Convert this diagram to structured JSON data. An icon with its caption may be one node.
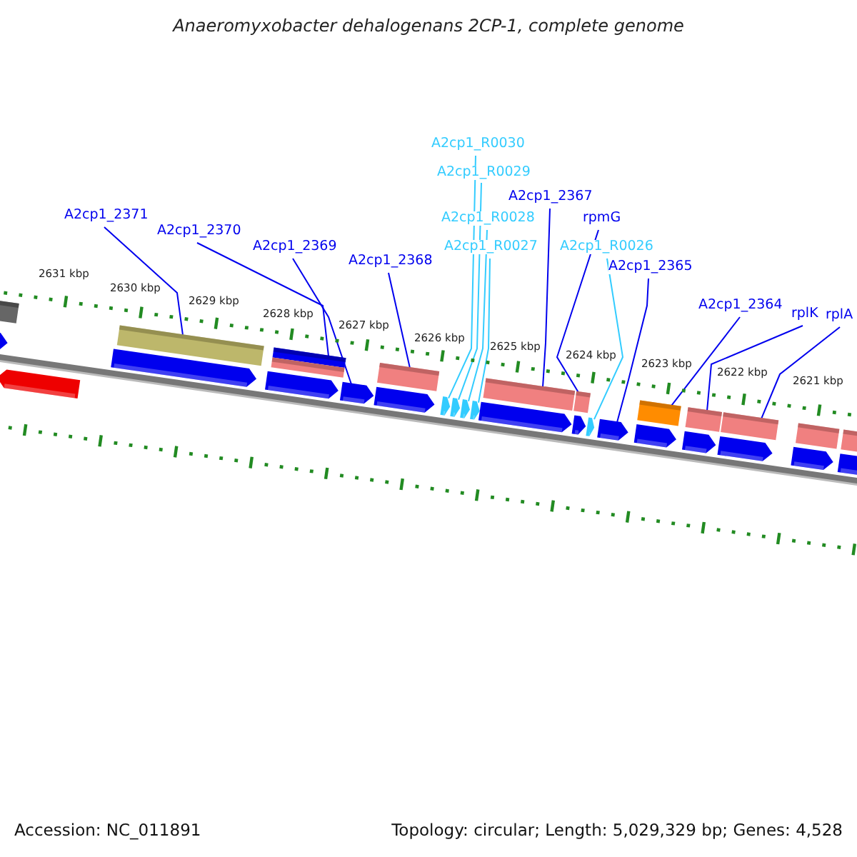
{
  "diagram": {
    "title": "Anaeromyxobacter dehalogenans 2CP-1, complete genome",
    "nodes": [
      {
        "text": [
          "A2cp1_2371"
        ]
      },
      {
        "text": [
          "A2cp1_2370"
        ]
      },
      {
        "text": [
          "A2cp1_2369"
        ]
      },
      {
        "text": [
          "A2cp1_2368"
        ]
      },
      {
        "text": [
          "A2cp1_R0030"
        ]
      },
      {
        "text": [
          "A2cp1_R0029"
        ]
      },
      {
        "text": [
          "A2cp1_R0028"
        ]
      },
      {
        "text": [
          "A2cp1_R0027"
        ]
      },
      {
        "text": [
          "A2cp1_2367"
        ]
      },
      {
        "text": [
          "rpmG"
        ]
      },
      {
        "text": [
          "A2cp1_R0026"
        ]
      },
      {
        "text": [
          "A2cp1_2365"
        ]
      },
      {
        "text": [
          "A2cp1_2364"
        ]
      },
      {
        "text": [
          "rplK"
        ]
      },
      {
        "text": [
          "rplA"
        ]
      },
      {
        "text": [],
        "shape": "bar"
      },
      {
        "text": [],
        "shape": "pentagon"
      },
      {
        "text": [],
        "shape": "pentagon"
      },
      {
        "text": [],
        "shape": "pentagon"
      },
      {
        "text": [],
        "shape": "bar"
      },
      {
        "text": [],
        "shape": "pentagon"
      },
      {
        "text": [],
        "shape": "bar"
      },
      {
        "text": [],
        "shape": "bar"
      },
      {
        "text": [],
        "shape": "pentagon"
      },
      {
        "text": [],
        "shape": "bar"
      },
      {
        "text": [],
        "shape": "pentagon"
      },
      {
        "text": [],
        "shape": "pentagon"
      },
      {
        "text": [],
        "shape": "pentagon"
      },
      {
        "text": [],
        "shape": "pentagon"
      },
      {
        "text": [],
        "shape": "pentagon"
      },
      {
        "text": [],
        "shape": "pentagon"
      },
      {
        "text": [],
        "shape": "bar"
      },
      {
        "text": [],
        "shape": "bar"
      },
      {
        "text": [],
        "shape": "pentagon"
      },
      {
        "text": [],
        "shape": "pentagon"
      },
      {
        "text": [],
        "shape": "pentagon"
      },
      {
        "text": [],
        "shape": "pentagon"
      },
      {
        "text": [],
        "shape": "bar"
      },
      {
        "text": [],
        "shape": "pentagon"
      },
      {
        "text": [],
        "shape": "bar"
      },
      {
        "text": [],
        "shape": "pentagon"
      },
      {
        "text": [],
        "shape": "bar"
      },
      {
        "text": [],
        "shape": "pentagon"
      },
      {
        "text": [],
        "shape": "bar"
      },
      {
        "text": [],
        "shape": "pentagon"
      },
      {
        "text": [],
        "shape": "bar"
      }
    ],
    "edges": [
      {
        "from": 0,
        "to": 19,
        "arrow": "none"
      },
      {
        "from": 1,
        "to": 21,
        "arrow": "none"
      },
      {
        "from": 2,
        "to": 23,
        "arrow": "none"
      },
      {
        "from": 3,
        "to": 24,
        "arrow": "none"
      },
      {
        "from": 4,
        "to": 26,
        "arrow": "none",
        "color": "#33ccff"
      },
      {
        "from": 5,
        "to": 27,
        "arrow": "none",
        "color": "#33ccff"
      },
      {
        "from": 6,
        "to": 28,
        "arrow": "none",
        "color": "#33ccff"
      },
      {
        "from": 7,
        "to": 29,
        "arrow": "none",
        "color": "#33ccff"
      },
      {
        "from": 8,
        "to": 31,
        "arrow": "none"
      },
      {
        "from": 9,
        "to": 32,
        "arrow": "none"
      },
      {
        "from": 10,
        "to": 34,
        "arrow": "none",
        "color": "#33ccff"
      },
      {
        "from": 11,
        "to": 35,
        "arrow": "none"
      },
      {
        "from": 12,
        "to": 37,
        "arrow": "none"
      },
      {
        "from": 13,
        "to": 39,
        "arrow": "none"
      },
      {
        "from": 14,
        "to": 41,
        "arrow": "none"
      }
    ],
    "labels": [
      "2631 kbp",
      "2630 kbp",
      "2629 kbp",
      "2628 kbp",
      "2627 kbp",
      "2626 kbp",
      "2625 kbp",
      "2624 kbp",
      "2623 kbp",
      "2622 kbp",
      "2621 kbp",
      "Accession: NC_011891",
      "Topology: circular; Length: 5,029,329 bp; Genes: 4,528"
    ]
  }
}
